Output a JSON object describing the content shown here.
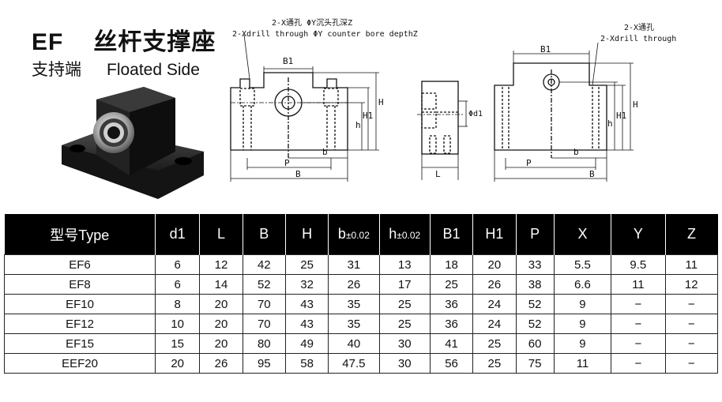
{
  "header": {
    "model": "EF",
    "name_cn": "丝杆支撑座",
    "side_cn": "支持端",
    "side_en": "Floated Side"
  },
  "drawing_left": {
    "note_cn": "2-X通孔 ΦY沉头孔深Z",
    "note_en": "2-Xdrill through ΦY counter bore depthZ",
    "labels": {
      "b1": "B1",
      "h1": "H1",
      "h": "h",
      "big_h": "H",
      "b": "b",
      "p": "P",
      "big_b": "B"
    }
  },
  "drawing_side": {
    "labels": {
      "d1": "Φd1",
      "l": "L"
    }
  },
  "drawing_right": {
    "note_cn": "2-X通孔",
    "note_en": "2-Xdrill through",
    "labels": {
      "b1": "B1",
      "h1": "H1",
      "h": "h",
      "big_h": "H",
      "b": "b",
      "p": "P",
      "big_b": "B"
    }
  },
  "table": {
    "columns": [
      {
        "label": "型号Type",
        "sub": ""
      },
      {
        "label": "d1",
        "sub": ""
      },
      {
        "label": "L",
        "sub": ""
      },
      {
        "label": "B",
        "sub": ""
      },
      {
        "label": "H",
        "sub": ""
      },
      {
        "label": "b",
        "sub": "±0.02"
      },
      {
        "label": "h",
        "sub": "±0.02"
      },
      {
        "label": "B1",
        "sub": ""
      },
      {
        "label": "H1",
        "sub": ""
      },
      {
        "label": "P",
        "sub": ""
      },
      {
        "label": "X",
        "sub": ""
      },
      {
        "label": "Y",
        "sub": ""
      },
      {
        "label": "Z",
        "sub": ""
      }
    ],
    "rows": [
      [
        "EF6",
        "6",
        "12",
        "42",
        "25",
        "31",
        "13",
        "18",
        "20",
        "33",
        "5.5",
        "9.5",
        "11"
      ],
      [
        "EF8",
        "6",
        "14",
        "52",
        "32",
        "26",
        "17",
        "25",
        "26",
        "38",
        "6.6",
        "11",
        "12"
      ],
      [
        "EF10",
        "8",
        "20",
        "70",
        "43",
        "35",
        "25",
        "36",
        "24",
        "52",
        "9",
        "−",
        "−"
      ],
      [
        "EF12",
        "10",
        "20",
        "70",
        "43",
        "35",
        "25",
        "36",
        "24",
        "52",
        "9",
        "−",
        "−"
      ],
      [
        "EF15",
        "15",
        "20",
        "80",
        "49",
        "40",
        "30",
        "41",
        "25",
        "60",
        "9",
        "−",
        "−"
      ],
      [
        "EEF20",
        "20",
        "26",
        "95",
        "58",
        "47.5",
        "30",
        "56",
        "25",
        "75",
        "11",
        "−",
        "−"
      ]
    ]
  }
}
